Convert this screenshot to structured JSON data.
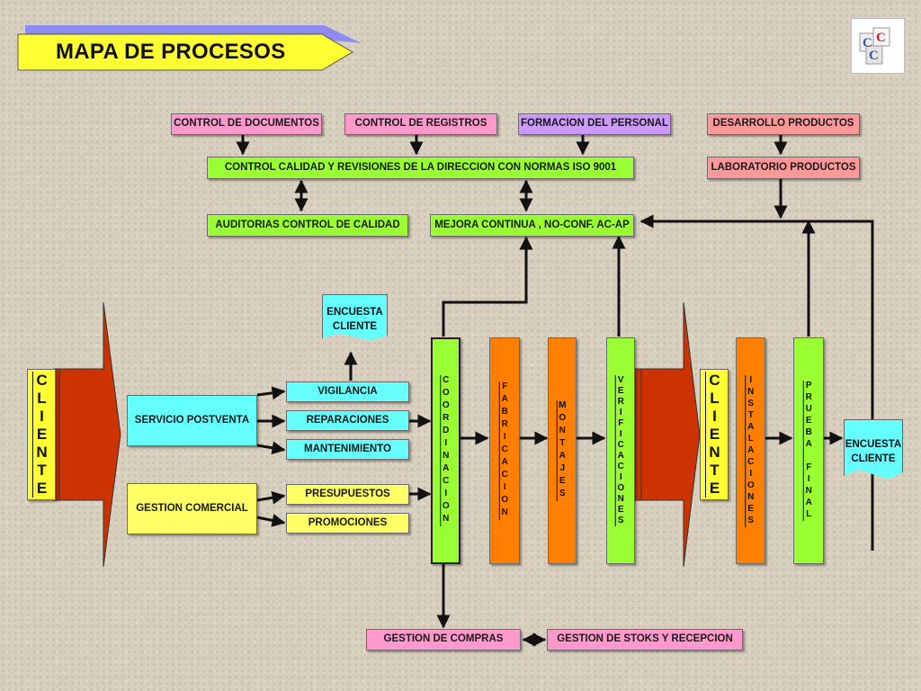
{
  "title": "MAPA DE PROCESOS",
  "logo": {
    "letters": [
      "C",
      "C",
      "C"
    ],
    "colors": [
      "#3355aa",
      "#cc2222",
      "#3355aa"
    ]
  },
  "top_row": {
    "control_documentos": "CONTROL DE DOCUMENTOS",
    "control_registros": "CONTROL DE REGISTROS",
    "formacion_personal": "FORMACION DEL PERSONAL",
    "desarrollo_productos": "DESARROLLO PRODUCTOS"
  },
  "second_row": {
    "control_calidad": "CONTROL CALIDAD Y REVISIONES DE LA DIRECCION CON NORMAS ISO 9001",
    "laboratorio": "LABORATORIO PRODUCTOS"
  },
  "third_row": {
    "auditorias": "AUDITORIAS  CONTROL DE CALIDAD",
    "mejora": "MEJORA CONTINUA , NO-CONF. AC-AP"
  },
  "encuesta_cliente": "ENCUESTA\nCLIENTE",
  "cliente_label": "CLIENTE",
  "servicio_postventa": "SERVICIO POSTVENTA",
  "gestion_comercial": "GESTION COMERCIAL",
  "postventa_items": [
    "VIGILANCIA",
    "REPARACIONES",
    "MANTENIMIENTO"
  ],
  "comercial_items": [
    "PRESUPUESTOS",
    "PROMOCIONES"
  ],
  "vertical_processes": {
    "coordinacion": "COORDINACION",
    "fabricacion": "FABRICACION",
    "montajes": "MONTAJES",
    "verificaciones": "VERIFICACIONES",
    "instalaciones": "INSTALACIONES",
    "prueba_final": "PRUEBA  FINAL"
  },
  "bottom_row": {
    "gestion_compras": "GESTION DE COMPRAS",
    "gestion_stoks": "GESTION DE STOKS Y RECEPCION"
  },
  "colors": {
    "pink": "#ff99cc",
    "green": "#99ff33",
    "purple": "#cc99ff",
    "salmon": "#ff9999",
    "cyan": "#66ffff",
    "yellow": "#ffff66",
    "orange": "#ff7f00",
    "banner_blue": "#8080ff",
    "big_arrow": "#cc3300"
  }
}
